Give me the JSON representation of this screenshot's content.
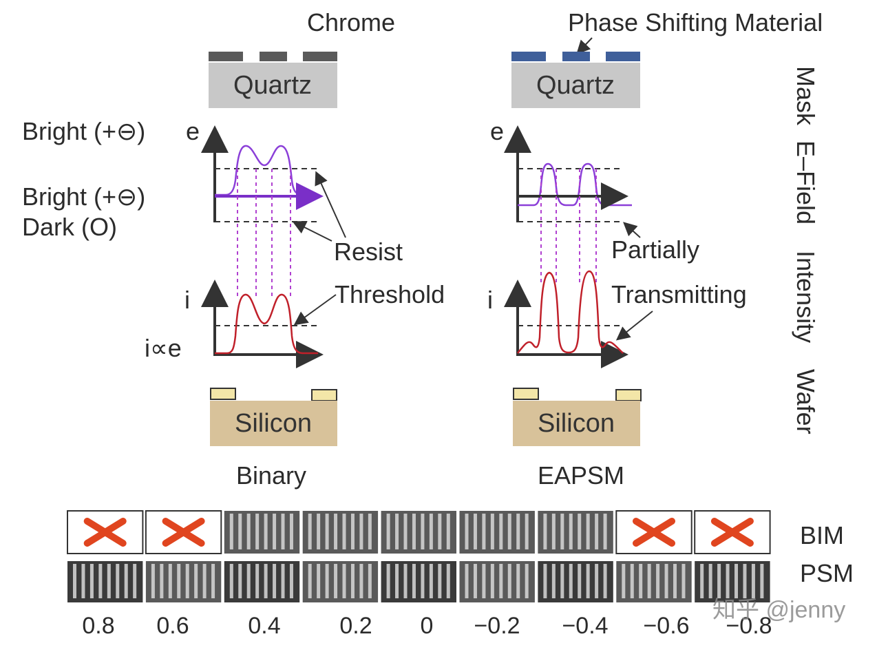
{
  "labels": {
    "chrome": "Chrome",
    "phase_shifting_material": "Phase Shifting Material",
    "quartz": "Quartz",
    "bright_1": "Bright (+⊖)",
    "bright_2": "Bright (+⊖)",
    "dark": "Dark (O)",
    "e_axis": "e",
    "i_axis": "i",
    "i_prop_e": "i∝e",
    "resist": "Resist",
    "threshold": "Threshold",
    "partially": "Partially",
    "transmitting": "Transmitting",
    "silicon": "Silicon",
    "binary": "Binary",
    "eapsm": "EAPSM",
    "side_mask": "Mask",
    "side_efield": "E–Field",
    "side_intensity": "Intensity",
    "side_wafer": "Wafer",
    "bim": "BIM",
    "psm": "PSM",
    "watermark": "知乎 @jenny"
  },
  "focus_values": [
    "0.8",
    "0.6",
    "0.4",
    "0.2",
    "0",
    "−0.2",
    "−0.4",
    "−0.6",
    "−0.8"
  ],
  "bim_failed": [
    true,
    true,
    false,
    false,
    false,
    false,
    false,
    true,
    true
  ],
  "colors": {
    "chrome": "#5a5a5a",
    "phase_material": "#3f5f9a",
    "quartz": "#c8c8c8",
    "silicon": "#d8c29a",
    "resist": "#f3e6a8",
    "efield": "#8b3fd8",
    "intensity": "#c0202a",
    "fail_mark": "#e0451f"
  }
}
